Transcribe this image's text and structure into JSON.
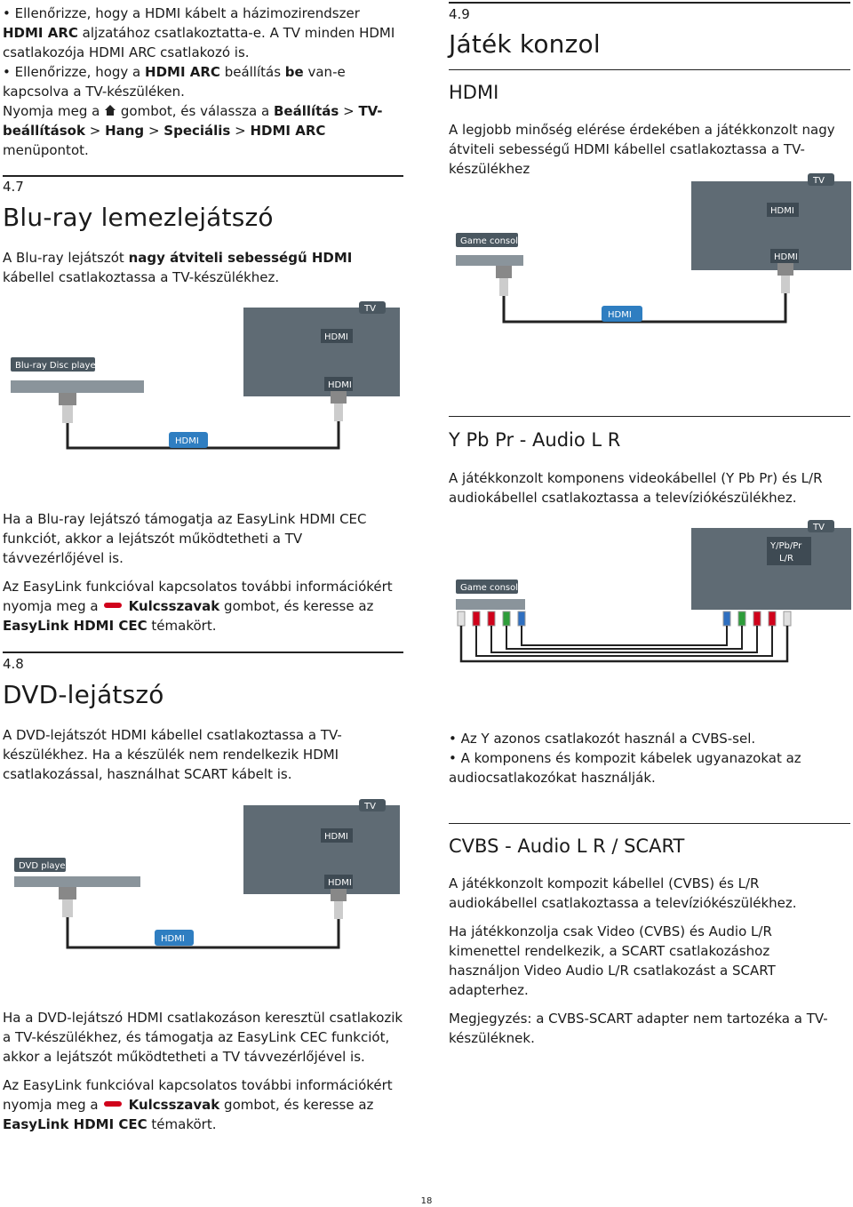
{
  "left": {
    "intro": {
      "b1": [
        "Ellenőrizze, hogy a HDMI kábelt a házimozirendszer ",
        "HDMI ARC",
        " aljzatához csatlakoztatta-e. A TV minden HDMI csatlakozója HDMI ARC csatlakozó is."
      ],
      "b2": [
        "Ellenőrizze, hogy a ",
        "HDMI ARC",
        " beállítás ",
        "be",
        " van-e kapcsolva a TV-készüléken."
      ],
      "p": [
        "Nyomja meg a ",
        " gombot, és válassza a ",
        "Beállítás",
        " > ",
        "TV-beállítások",
        " > ",
        "Hang",
        " > ",
        "Speciális",
        " > ",
        "HDMI ARC",
        " menüpontot."
      ]
    },
    "bluray": {
      "num": "4.7",
      "title": "Blu-ray lemezlejátszó",
      "p1": [
        "A Blu-ray lejátszót ",
        "nagy átviteli sebességű HDMI",
        " kábellel csatlakoztassa a TV-készülékhez."
      ],
      "diagram": {
        "tv": "TV",
        "port_top": "HDMI",
        "port_bottom": "HDMI",
        "device": "Blu-ray Disc player",
        "cable": "HDMI"
      },
      "p2": "Ha a Blu-ray lejátszó támogatja az EasyLink HDMI CEC funkciót, akkor a lejátszót működtetheti a TV távvezérlőjével is.",
      "p3": [
        "Az EasyLink funkcióval kapcsolatos további információkért nyomja meg a ",
        " Kulcsszavak",
        " gombot, és keresse az ",
        "EasyLink HDMI CEC",
        " témakört."
      ]
    },
    "dvd": {
      "num": "4.8",
      "title": "DVD-lejátszó",
      "p1": "A DVD-lejátszót HDMI kábellel csatlakoztassa a TV-készülékhez. Ha a készülék nem rendelkezik HDMI csatlakozással, használhat SCART kábelt is.",
      "diagram": {
        "tv": "TV",
        "port_top": "HDMI",
        "port_bottom": "HDMI",
        "device": "DVD player",
        "cable": "HDMI"
      },
      "p2": "Ha a DVD-lejátszó HDMI csatlakozáson keresztül csatlakozik a TV-készülékhez, és támogatja az EasyLink CEC funkciót, akkor a lejátszót működtetheti a TV távvezérlőjével is.",
      "p3": [
        " Az EasyLink funkcióval kapcsolatos további információkért nyomja meg a ",
        " Kulcsszavak",
        " gombot, és keresse az ",
        "EasyLink HDMI CEC",
        " témakört."
      ]
    }
  },
  "right": {
    "game": {
      "num": "4.9",
      "title": "Játék konzol",
      "hdmi_heading": "HDMI",
      "hdmi_p": "A legjobb minőség elérése érdekében a játékkonzolt nagy átviteli sebességű HDMI kábellel csatlakoztassa a TV-készülékhez",
      "diagram1": {
        "tv": "TV",
        "port_top": "HDMI",
        "port_bottom": "HDMI",
        "device": "Game console",
        "cable": "HDMI"
      },
      "ypbpr_heading": "Y Pb Pr - Audio L R",
      "ypbpr_p": "A játékkonzolt komponens videokábellel (Y Pb Pr) és L/R audiokábellel csatlakoztassa a televíziókészülékhez.",
      "diagram2": {
        "tv": "TV",
        "port_l1": "Y/Pb/Pr",
        "port_l2": "L/R",
        "device": "Game console"
      },
      "bullets": [
        "Az Y azonos csatlakozót használ a CVBS-sel.",
        "A komponens és kompozit kábelek ugyanazokat az audiocsatlakozókat használják."
      ],
      "cvbs_heading": "CVBS - Audio L R / SCART",
      "cvbs_p1": "A játékkonzolt kompozit kábellel (CVBS) és L/R audiokábellel csatlakoztassa a televíziókészülékhez.",
      "cvbs_p2": "Ha játékkonzolja csak Video (CVBS) és Audio L/R kimenettel rendelkezik, a SCART csatlakozáshoz használjon Video Audio L/R csatlakozást a SCART adapterhez.",
      "cvbs_p3": "Megjegyzés: a CVBS-SCART adapter nem tartozéka a TV-készüléknek."
    }
  },
  "footer": {
    "page": "18"
  },
  "colors": {
    "tv_panel": "#5f6b74",
    "badge": "#4a5760",
    "hdmi_badge": "#2f7ec1",
    "red": "#d0021b",
    "green": "#2e9d3a",
    "blue": "#2f6fc0",
    "white": "#e8e8e8"
  }
}
